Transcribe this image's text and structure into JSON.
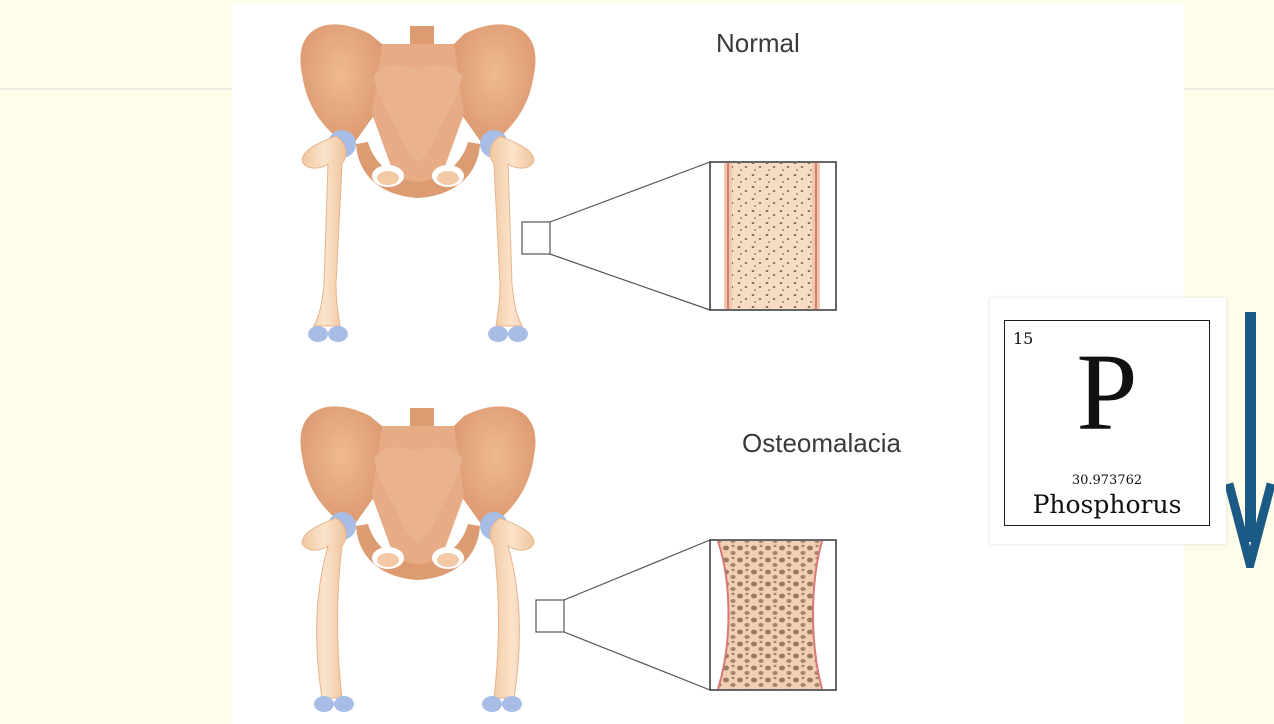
{
  "figure": {
    "labels": {
      "normal": "Normal",
      "osteomalacia": "Osteomalacia"
    }
  },
  "element_card": {
    "atomic_number": "15",
    "symbol": "P",
    "atomic_mass": "30.973762",
    "name": "Phosphorus"
  },
  "indicator": {
    "direction": "down",
    "icon": "down-arrow-icon",
    "color": "#1c5a86"
  },
  "colors": {
    "bone": "#e3a57f",
    "bone_light": "#f4cfa8",
    "cartilage": "#a8bde6",
    "cortex_line": "#d87878",
    "marrow": "#f7dcc4",
    "background": "#fdfde9"
  }
}
